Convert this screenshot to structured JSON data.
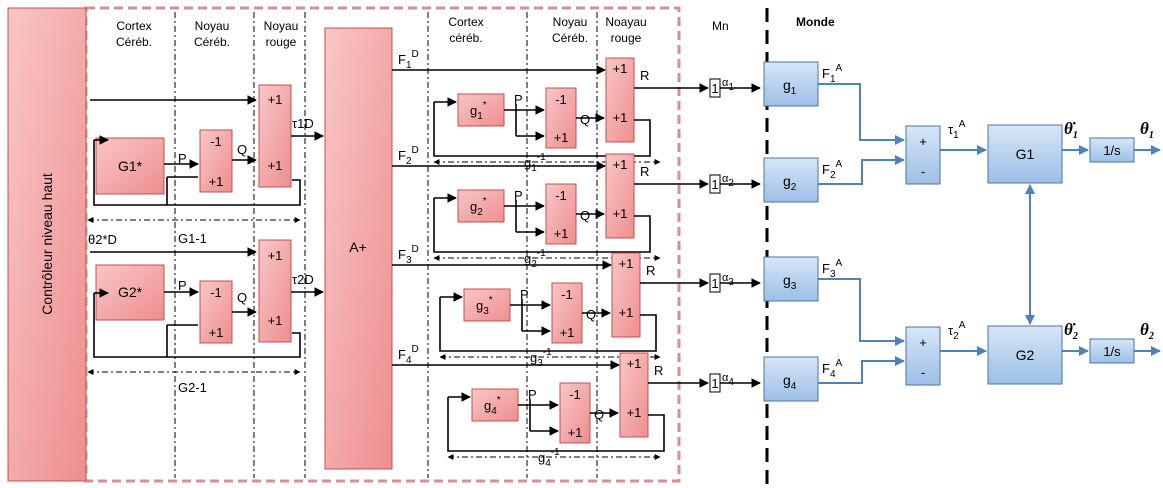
{
  "controller": {
    "label": "Contrôleur niveau haut"
  },
  "headers": {
    "cortex1": [
      "Cortex",
      "Céréb."
    ],
    "noyau1": [
      "Noyau",
      "Céréb."
    ],
    "rouge1": [
      "Noyau",
      "rouge"
    ],
    "cortex2": [
      "Cortex",
      "céréb."
    ],
    "noyau2": [
      "Noyau",
      "Céréb."
    ],
    "rouge2": [
      "Noayau",
      "rouge"
    ],
    "mn": "Mn",
    "monde": "Monde"
  },
  "left_modules": [
    {
      "block": "G1*",
      "p": "P",
      "q": "Q",
      "tau": "τ1D",
      "span": "G1-1",
      "input": ""
    },
    {
      "block": "G2*",
      "p": "P",
      "q": "Q",
      "tau": "τ2D",
      "span": "G2-1",
      "input": "θ2*D"
    }
  ],
  "summer_signs": {
    "minus": "-1",
    "plus": "+1"
  },
  "ainv": "A+",
  "muscles": [
    {
      "force": "F1D",
      "block": "g1*",
      "p": "P",
      "q": "Q",
      "r": "R",
      "span": "g1-1",
      "mn": "1",
      "alpha": "α1",
      "world": "g1",
      "world_force": "F1A"
    },
    {
      "force": "F2D",
      "block": "g2*",
      "p": "P",
      "q": "Q",
      "r": "R",
      "span": "g2-1",
      "mn": "1",
      "alpha": "α2",
      "world": "g2",
      "world_force": "F2A"
    },
    {
      "force": "F3D",
      "block": "g3*",
      "p": "P",
      "q": "Q",
      "r": "R",
      "span": "g3-1",
      "mn": "1",
      "alpha": "α3",
      "world": "g3",
      "world_force": "F3A"
    },
    {
      "force": "F4D",
      "block": "g4*",
      "p": "P",
      "q": "Q",
      "r": "R",
      "span": "g4-1",
      "mn": "1",
      "alpha": "α4",
      "world": "g4",
      "world_force": "F4A"
    }
  ],
  "joints": [
    {
      "plus": "+",
      "minus": "-",
      "tau": "τ1A",
      "plant": "G1",
      "integrator": "1/s",
      "vel": "θ̇1",
      "pos": "θ1"
    },
    {
      "plus": "+",
      "minus": "-",
      "tau": "τ2A",
      "plant": "G2",
      "integrator": "1/s",
      "vel": "θ̇2",
      "pos": "θ2"
    }
  ],
  "colors": {
    "pink_block": "#f4a6a6",
    "pink_border": "#c05050",
    "blue_block": "#b8d2f0",
    "blue_line": "#4f81bd",
    "dashed_frame": "#d98f8f"
  }
}
